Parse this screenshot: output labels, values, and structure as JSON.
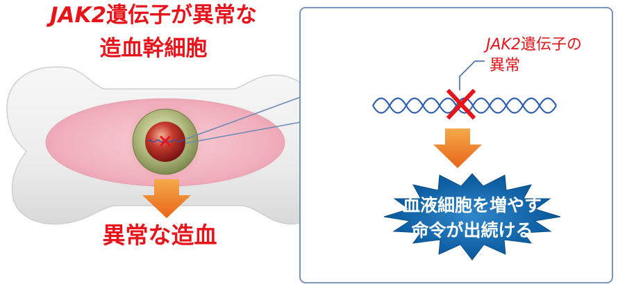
{
  "title": {
    "line1_italic": "JAK2",
    "line1_rest": "遺伝子が異常な",
    "line2": "造血幹細胞"
  },
  "result_label": "異常な造血",
  "gene_label": {
    "italic": "JAK2",
    "rest": "遺伝子の",
    "line2": "異常"
  },
  "burst_text": {
    "line1": "血液細胞を増やす",
    "line2": "命令が出続ける"
  },
  "colors": {
    "emphasis_red": "#e8141b",
    "arrow_orange": "#ef7d1f",
    "dna_blue": "#2f5fae",
    "burst_blue": "#0e5fa3",
    "panel_border": "#6a88b5",
    "marrow_pink": "#f2b6c1"
  },
  "icons": [
    "bone-shape",
    "stem-cell",
    "dna-strand",
    "cross-mark-icon",
    "down-arrow-icon",
    "starburst-shape"
  ]
}
